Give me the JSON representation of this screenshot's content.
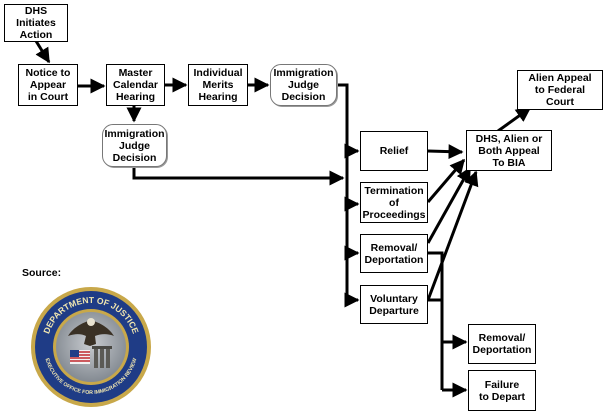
{
  "nodes": {
    "dhs_initiates": "DHS\nInitiates\nAction",
    "notice_to_appear": "Notice to\nAppear\nin Court",
    "master_calendar": "Master\nCalendar\nHearing",
    "individual_merits": "Individual\nMerits\nHearing",
    "ij_decision_top": "Immigration\nJudge\nDecision",
    "ij_decision_mid": "Immigration\nJudge\nDecision",
    "relief": "Relief",
    "termination": "Termination\nof\nProceedings",
    "removal_deportation": "Removal/\nDeportation",
    "voluntary_departure": "Voluntary\nDeparture",
    "bia_appeal": "DHS, Alien or\nBoth Appeal\nTo BIA",
    "federal_appeal": "Alien Appeal\nto Federal\nCourt",
    "removal_deportation_2": "Removal/\nDeportation",
    "failure_to_depart": "Failure\nto Depart"
  },
  "source_label": "Source:",
  "seal": {
    "top_text": "DEPARTMENT OF JUSTICE",
    "bottom_text": "EXECUTIVE OFFICE FOR IMMIGRATION REVIEW",
    "colors": {
      "ring": "#1f3c86",
      "gold": "#c8a84a",
      "inner": "#9aa0a6"
    }
  }
}
